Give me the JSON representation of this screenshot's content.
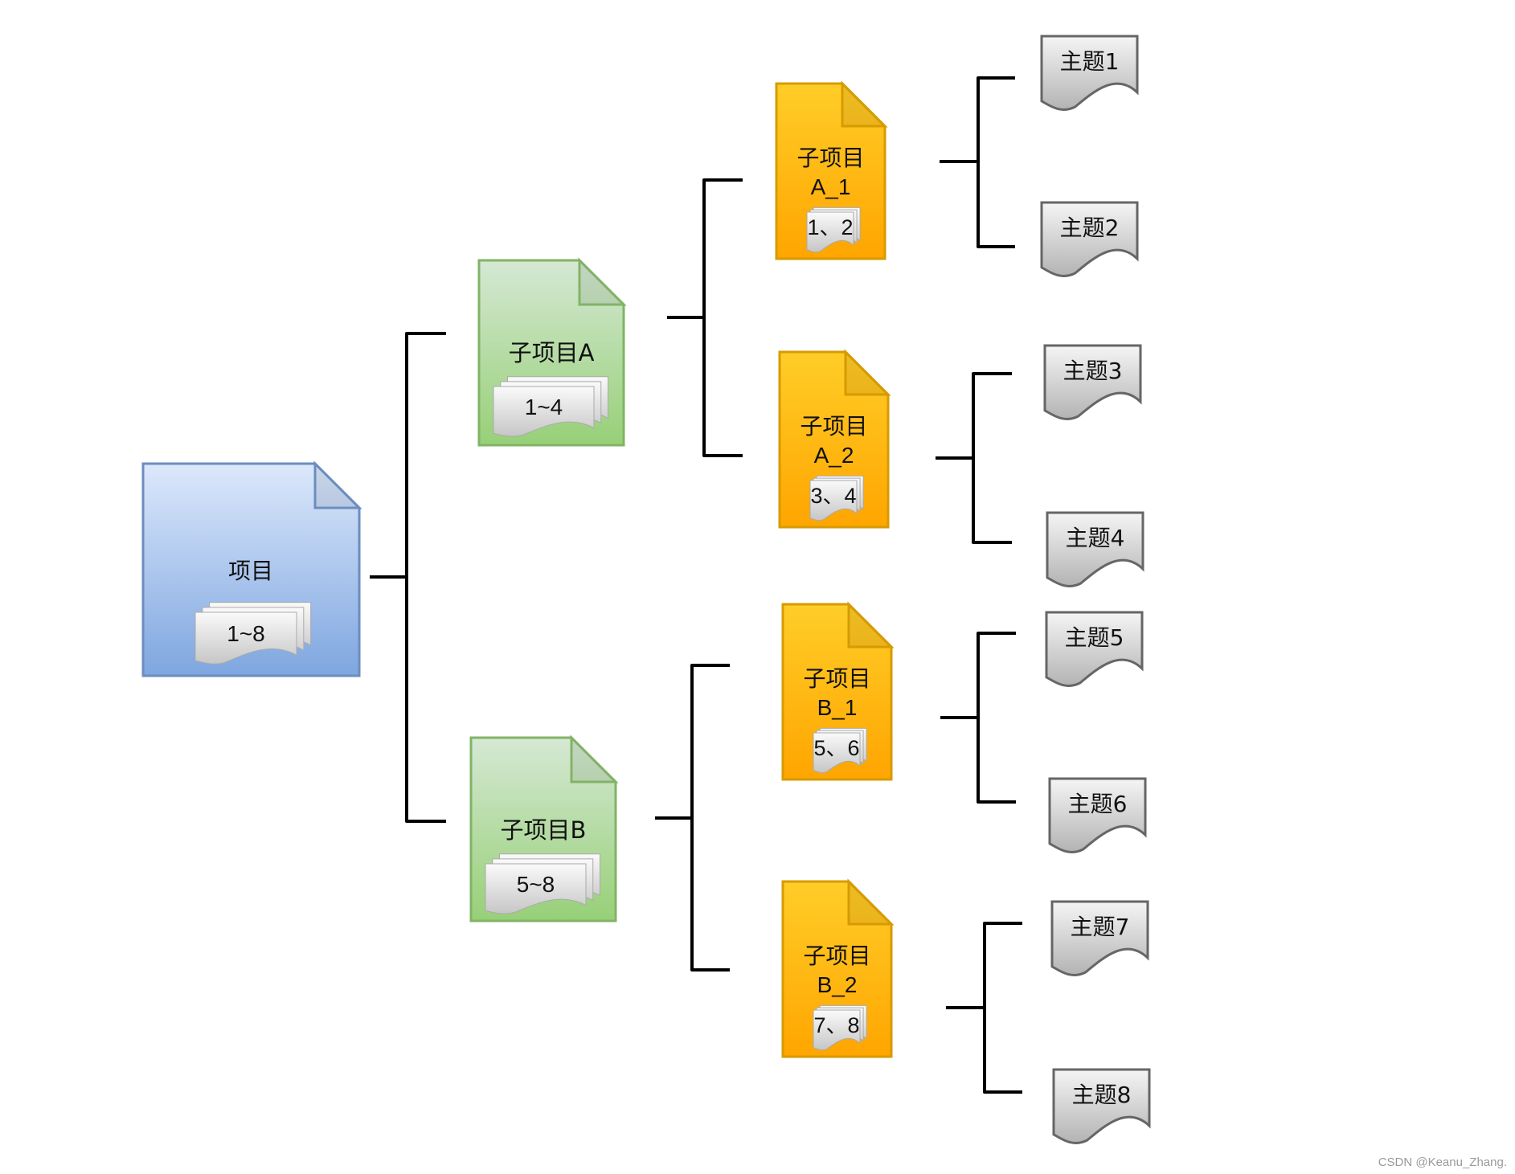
{
  "root": {
    "label": "项目",
    "range": "1~8"
  },
  "subprojects": [
    {
      "label": "子项目A",
      "range": "1~4",
      "children": [
        {
          "label_line1": "子项目",
          "label_line2": "A_1",
          "range": "1、2",
          "topics": [
            "主题1",
            "主题2"
          ]
        },
        {
          "label_line1": "子项目",
          "label_line2": "A_2",
          "range": "3、4",
          "topics": [
            "主题3",
            "主题4"
          ]
        }
      ]
    },
    {
      "label": "子项目B",
      "range": "5~8",
      "children": [
        {
          "label_line1": "子项目",
          "label_line2": "B_1",
          "range": "5、6",
          "topics": [
            "主题5",
            "主题6"
          ]
        },
        {
          "label_line1": "子项目",
          "label_line2": "B_2",
          "range": "7、8",
          "topics": [
            "主题7",
            "主题8"
          ]
        }
      ]
    }
  ],
  "colors": {
    "root_fill_top": "#dce8fb",
    "root_fill_bottom": "#7ea6e0",
    "root_stroke": "#6c8ebf",
    "sub_fill_top": "#d5e8d4",
    "sub_fill_bottom": "#97d077",
    "sub_stroke": "#82b366",
    "leaf_fill_top": "#ffcd28",
    "leaf_fill_bottom": "#ffa500",
    "leaf_stroke": "#d79b00",
    "topic_fill_top": "#f5f5f5",
    "topic_fill_bottom": "#b3b3b3",
    "topic_stroke": "#666666",
    "connector": "#000000"
  },
  "watermark": "CSDN @Keanu_Zhang."
}
